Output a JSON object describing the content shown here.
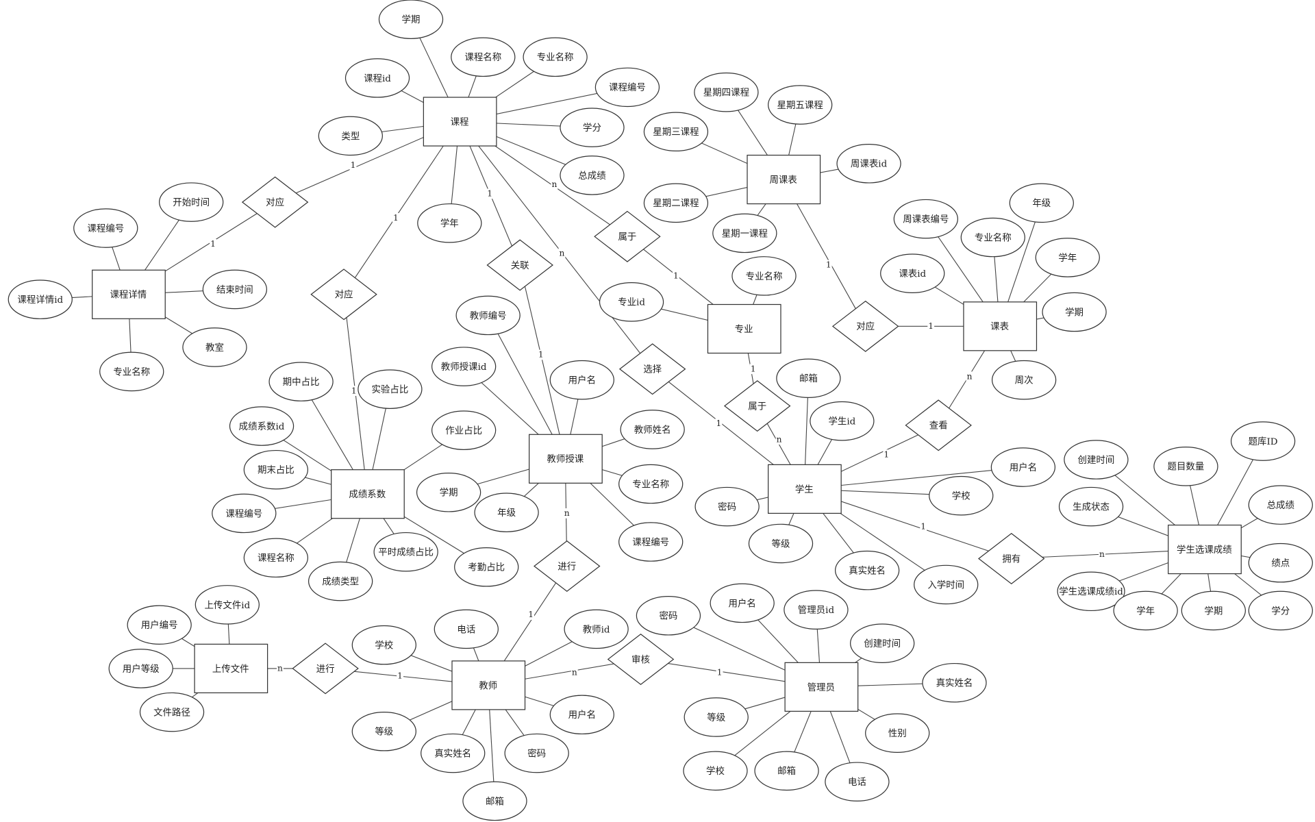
{
  "entities": [
    {
      "name": "课程",
      "attributes": [
        "学期",
        "课程名称",
        "专业名称",
        "课程id",
        "课程编号",
        "类型",
        "学分",
        "总成绩",
        "学年"
      ]
    },
    {
      "name": "课程详情",
      "attributes": [
        "课程编号",
        "开始时间",
        "结束时间",
        "课程详情id",
        "教室",
        "专业名称"
      ]
    },
    {
      "name": "周课表",
      "attributes": [
        "星期四课程",
        "星期五课程",
        "星期三课程",
        "周课表id",
        "星期二课程",
        "星期一课程"
      ]
    },
    {
      "name": "课表",
      "attributes": [
        "周课表编号",
        "专业名称",
        "年级",
        "学年",
        "课表id",
        "学期",
        "周次"
      ]
    },
    {
      "name": "专业",
      "attributes": [
        "专业名称",
        "专业id"
      ]
    },
    {
      "name": "成绩系数",
      "attributes": [
        "期中占比",
        "实验占比",
        "成绩系数id",
        "作业占比",
        "期末占比",
        "课程编号",
        "课程名称",
        "成绩类型",
        "平时成绩占比",
        "考勤占比"
      ]
    },
    {
      "name": "教师授课",
      "attributes": [
        "教师编号",
        "教师授课id",
        "用户名",
        "教师姓名",
        "学期",
        "专业名称",
        "年级",
        "课程编号"
      ]
    },
    {
      "name": "学生",
      "attributes": [
        "邮箱",
        "学生id",
        "用户名",
        "学校",
        "密码",
        "等级",
        "真实姓名",
        "入学时间"
      ]
    },
    {
      "name": "学生选课成绩",
      "attributes": [
        "创建时间",
        "题目数量",
        "题库ID",
        "生成状态",
        "总成绩",
        "绩点",
        "学生选课成绩id",
        "学年",
        "学期",
        "学分"
      ]
    },
    {
      "name": "上传文件",
      "attributes": [
        "上传文件id",
        "用户编号",
        "用户等级",
        "文件路径"
      ]
    },
    {
      "name": "教师",
      "attributes": [
        "电话",
        "学校",
        "教师id",
        "用户名",
        "等级",
        "真实姓名",
        "密码",
        "邮箱"
      ]
    },
    {
      "name": "管理员",
      "attributes": [
        "密码",
        "用户名",
        "管理员id",
        "创建时间",
        "真实姓名",
        "等级",
        "性别",
        "学校",
        "邮箱",
        "电话"
      ]
    }
  ],
  "relationships": [
    {
      "label": "对应",
      "between": [
        "课程",
        "课程详情"
      ],
      "cardinality": [
        "1",
        "1"
      ]
    },
    {
      "label": "对应",
      "between": [
        "课程",
        "成绩系数"
      ],
      "cardinality": [
        "1",
        "1"
      ]
    },
    {
      "label": "关联",
      "between": [
        "课程",
        "教师授课"
      ],
      "cardinality": [
        "1",
        "1"
      ]
    },
    {
      "label": "属于",
      "between": [
        "课程",
        "专业"
      ],
      "cardinality": [
        "n",
        "1"
      ]
    },
    {
      "label": "选择",
      "between": [
        "课程",
        "学生"
      ],
      "cardinality": [
        "n",
        "1"
      ]
    },
    {
      "label": "对应",
      "between": [
        "周课表",
        "课表"
      ],
      "cardinality": [
        "1",
        "1"
      ]
    },
    {
      "label": "属于",
      "between": [
        "专业",
        "学生"
      ],
      "cardinality": [
        "1",
        "n"
      ]
    },
    {
      "label": "查看",
      "between": [
        "课表",
        "学生"
      ],
      "cardinality": [
        "n",
        "1"
      ]
    },
    {
      "label": "拥有",
      "between": [
        "学生",
        "学生选课成绩"
      ],
      "cardinality": [
        "1",
        "n"
      ]
    },
    {
      "label": "进行",
      "between": [
        "教师授课",
        "教师"
      ],
      "cardinality": [
        "n",
        "1"
      ]
    },
    {
      "label": "进行",
      "between": [
        "上传文件",
        "教师"
      ],
      "cardinality": [
        "n",
        "1"
      ]
    },
    {
      "label": "审核",
      "between": [
        "教师",
        "管理员"
      ],
      "cardinality": [
        "n",
        "1"
      ]
    }
  ]
}
